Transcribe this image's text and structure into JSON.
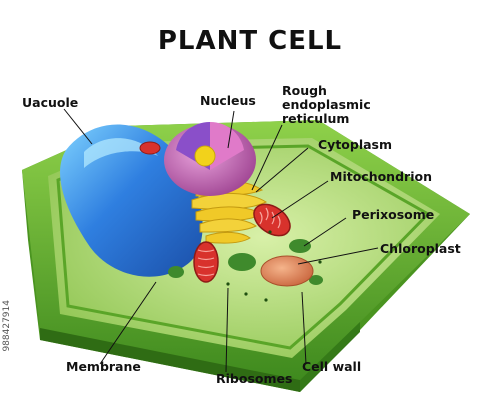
{
  "title": "PLANT CELL",
  "labels": {
    "vacuole": "Uacuole",
    "nucleus": "Nucleus",
    "rough_er_line1": "Rough",
    "rough_er_line2": "endoplasmic",
    "rough_er_line3": "reticulum",
    "cytoplasm": "Cytoplasm",
    "mitochondrion": "Mitochondrion",
    "peroxisome": "Perixosome",
    "chloroplast": "Chloroplast",
    "membrane": "Membrane",
    "ribosomes": "Ribosomes",
    "cell_wall": "Cell wall"
  },
  "watermark": "988427914",
  "colors": {
    "cell_wall": "#5aa528",
    "cytoplasm": "#a6d96a",
    "vacuole": "#2f7fe0",
    "nucleus": "#c25fb0",
    "nucleolus": "#f2d21b",
    "rough_er": "#f0c928",
    "mitochondrion": "#d8322c",
    "chloroplast": "#3f8a2c",
    "peroxisome": "#d97a4a"
  }
}
